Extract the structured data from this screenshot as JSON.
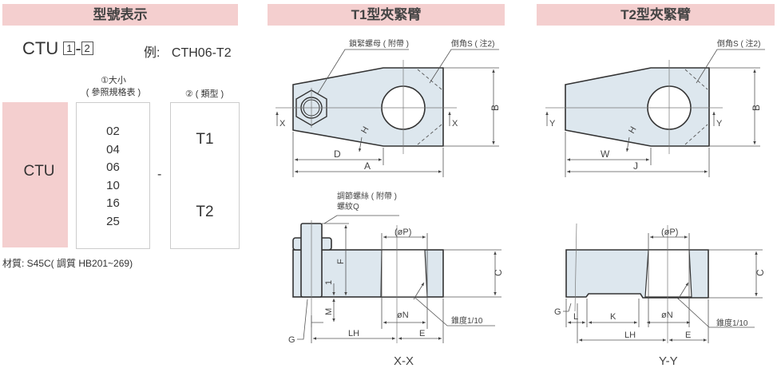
{
  "model_panel": {
    "title": "型號表示",
    "code_prefix": "CTU",
    "code_slot1": "1",
    "code_dash": "-",
    "code_slot2": "2",
    "example_label": "例:",
    "example_value": "CTH06-T2",
    "size_header_line1": "①大小",
    "size_header_line2": "( 參照規格表 )",
    "type_header": "② ( 類型 )",
    "series": "CTU",
    "sizes": [
      "02",
      "04",
      "06",
      "10",
      "16",
      "25"
    ],
    "separator": "-",
    "types": [
      "T1",
      "T2"
    ],
    "material": "材質: S45C( 調質 HB201~269)"
  },
  "t1_panel": {
    "title": "T1型夾緊臂",
    "lock_nut": "鎖緊螺母 ( 附帶 )",
    "chamfer": "倒角S ( 注2)",
    "adjust_screw": "調節螺絲 ( 附帶 )",
    "thread": "螺紋Q",
    "section": "X-X",
    "dims": {
      "A": "A",
      "B": "B",
      "D": "D",
      "H": "H",
      "X": "X",
      "C": "C",
      "F": "F",
      "M": "M",
      "one": "1",
      "G": "G",
      "LH": "LH",
      "E": "E",
      "N": "øN",
      "P": "(øP)",
      "taper": "錐度1/10"
    }
  },
  "t2_panel": {
    "title": "T2型夾緊臂",
    "chamfer": "倒角S ( 注2)",
    "section": "Y-Y",
    "dims": {
      "B": "B",
      "W": "W",
      "J": "J",
      "H": "H",
      "Y": "Y",
      "C": "C",
      "G": "G",
      "L": "L",
      "K": "K",
      "LH": "LH",
      "E": "E",
      "N": "øN",
      "P": "(øP)",
      "taper": "錐度1/10"
    }
  }
}
